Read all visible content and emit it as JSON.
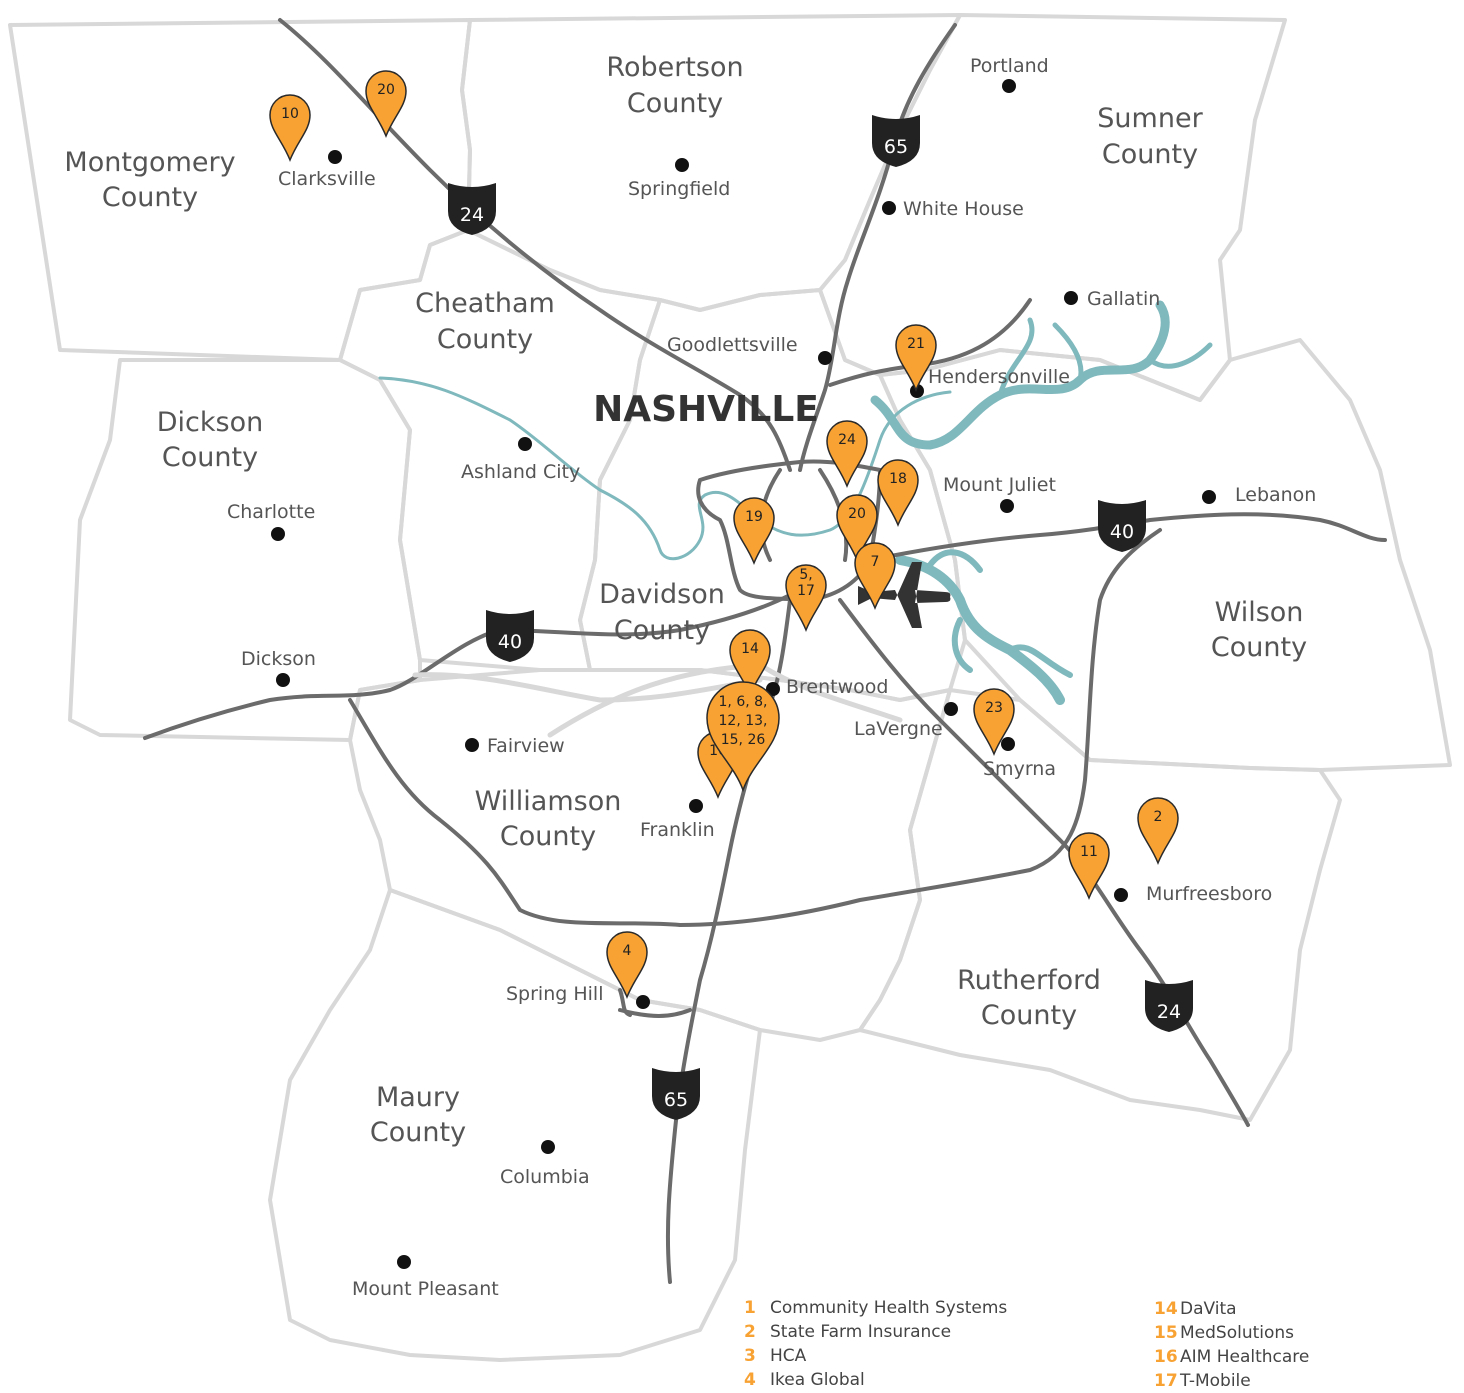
{
  "title": "NASHVILLE",
  "colors": {
    "pin": "#f7a233",
    "pin_stroke": "#2a2a2a",
    "road": "#6b6b6b",
    "county_border": "#d8d8d8",
    "water": "#7fb8bd",
    "dot": "#111111"
  },
  "counties": [
    {
      "id": "montgomery",
      "lines": [
        "Montgomery",
        "County"
      ]
    },
    {
      "id": "robertson",
      "lines": [
        "Robertson",
        "County"
      ]
    },
    {
      "id": "sumner",
      "lines": [
        "Sumner",
        "County"
      ]
    },
    {
      "id": "cheatham",
      "lines": [
        "Cheatham",
        "County"
      ]
    },
    {
      "id": "dickson",
      "lines": [
        "Dickson",
        "County"
      ]
    },
    {
      "id": "davidson",
      "lines": [
        "Davidson",
        "County"
      ]
    },
    {
      "id": "wilson",
      "lines": [
        "Wilson",
        "County"
      ]
    },
    {
      "id": "williamson",
      "lines": [
        "Williamson",
        "County"
      ]
    },
    {
      "id": "rutherford",
      "lines": [
        "Rutherford",
        "County"
      ]
    },
    {
      "id": "maury",
      "lines": [
        "Maury",
        "County"
      ]
    }
  ],
  "cities": [
    "Clarksville",
    "Springfield",
    "Portland",
    "White House",
    "Gallatin",
    "Goodlettsville",
    "Hendersonville",
    "Ashland City",
    "Mount Juliet",
    "Lebanon",
    "Charlotte",
    "Dickson",
    "Brentwood",
    "LaVergne",
    "Smyrna",
    "Fairview",
    "Franklin",
    "Murfreesboro",
    "Spring Hill",
    "Columbia",
    "Mount Pleasant"
  ],
  "interstates": [
    "65",
    "24",
    "40",
    "40",
    "24",
    "65"
  ],
  "pins": [
    {
      "lines": [
        "10"
      ]
    },
    {
      "lines": [
        "20"
      ]
    },
    {
      "lines": [
        "21"
      ]
    },
    {
      "lines": [
        "24"
      ]
    },
    {
      "lines": [
        "18"
      ]
    },
    {
      "lines": [
        "20"
      ]
    },
    {
      "lines": [
        "19"
      ]
    },
    {
      "lines": [
        "7"
      ]
    },
    {
      "lines": [
        "5,",
        "17"
      ]
    },
    {
      "lines": [
        "14"
      ]
    },
    {
      "lines": [
        "16"
      ]
    },
    {
      "lines": [
        "1, 6, 8,",
        "12, 13,",
        "15, 26"
      ]
    },
    {
      "lines": [
        "23"
      ]
    },
    {
      "lines": [
        "2"
      ]
    },
    {
      "lines": [
        "11"
      ]
    },
    {
      "lines": [
        "4"
      ]
    }
  ],
  "legend": {
    "col1": [
      {
        "num": "1",
        "name": "Community Health Systems"
      },
      {
        "num": "2",
        "name": "State Farm Insurance"
      },
      {
        "num": "3",
        "name": "HCA"
      },
      {
        "num": "4",
        "name": "Ikea Global"
      }
    ],
    "col2": [
      {
        "num": "14",
        "name": "DaVita"
      },
      {
        "num": "15",
        "name": "MedSolutions"
      },
      {
        "num": "16",
        "name": "AIM Healthcare"
      },
      {
        "num": "17",
        "name": "T-Mobile"
      }
    ]
  }
}
